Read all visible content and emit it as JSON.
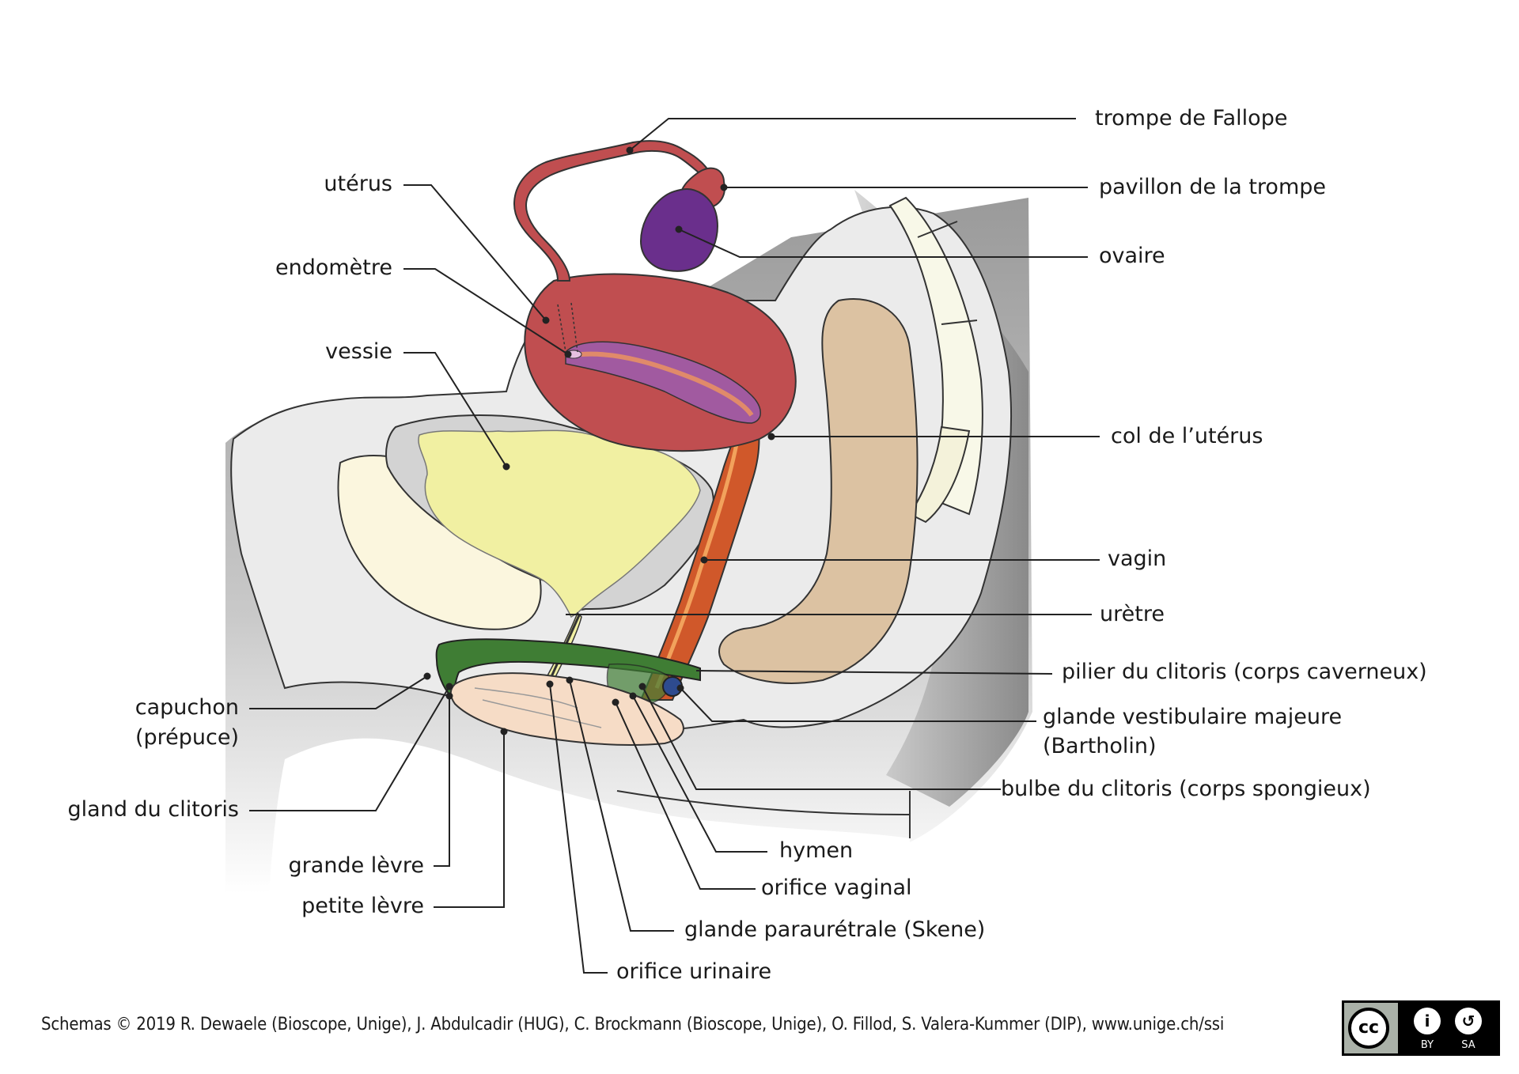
{
  "labels": {
    "trompe": "trompe de Fallope",
    "pavillon": "pavillon de la trompe",
    "ovaire": "ovaire",
    "uterus": "utérus",
    "endometre": "endomètre",
    "vessie": "vessie",
    "col": "col de l’utérus",
    "vagin": "vagin",
    "uretre": "urètre",
    "pilier": "pilier du clitoris (corps caverneux)",
    "bartholin_1": "glande vestibulaire majeure",
    "bartholin_2": "(Bartholin)",
    "bulbe": "bulbe du clitoris (corps spongieux)",
    "capuchon_1": "capuchon",
    "capuchon_2": "(prépuce)",
    "gland": "gland du clitoris",
    "grande_levre": "grande lèvre",
    "petite_levre": "petite lèvre",
    "hymen": "hymen",
    "orifice_vaginal": "orifice vaginal",
    "skene": "glande paraurétrale (Skene)",
    "orifice_urinaire": "orifice urinaire"
  },
  "credit": "Schemas © 2019 R. Dewaele (Bioscope, Unige), J. Abdulcadir (HUG), C. Brockmann (Bioscope, Unige), O. Fillod, S. Valera-Kummer (DIP), www.unige.ch/ssi",
  "license": {
    "by": "BY",
    "sa": "SA"
  },
  "colors": {
    "uterus": "#c04e50",
    "endometrium": "#a15aa0",
    "ovary": "#6a2f8c",
    "bladder": "#f1f0a2",
    "vagina": "#d0582a",
    "clitoris": "#3f7d34",
    "rectum": "#dcc2a2",
    "bartholin": "#2e4b8f",
    "vulva": "#f6dcc6"
  }
}
